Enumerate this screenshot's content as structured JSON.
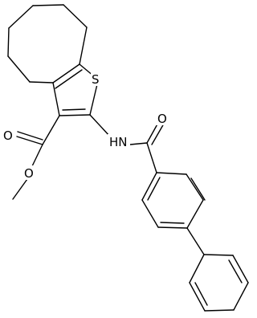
{
  "molecule": {
    "atom_labels": {
      "sulfur": "S",
      "amide_nh": "HN",
      "amide_oxygen": "O",
      "ester_carbonyl_oxygen": "O",
      "ester_ether_oxygen": "O"
    }
  }
}
